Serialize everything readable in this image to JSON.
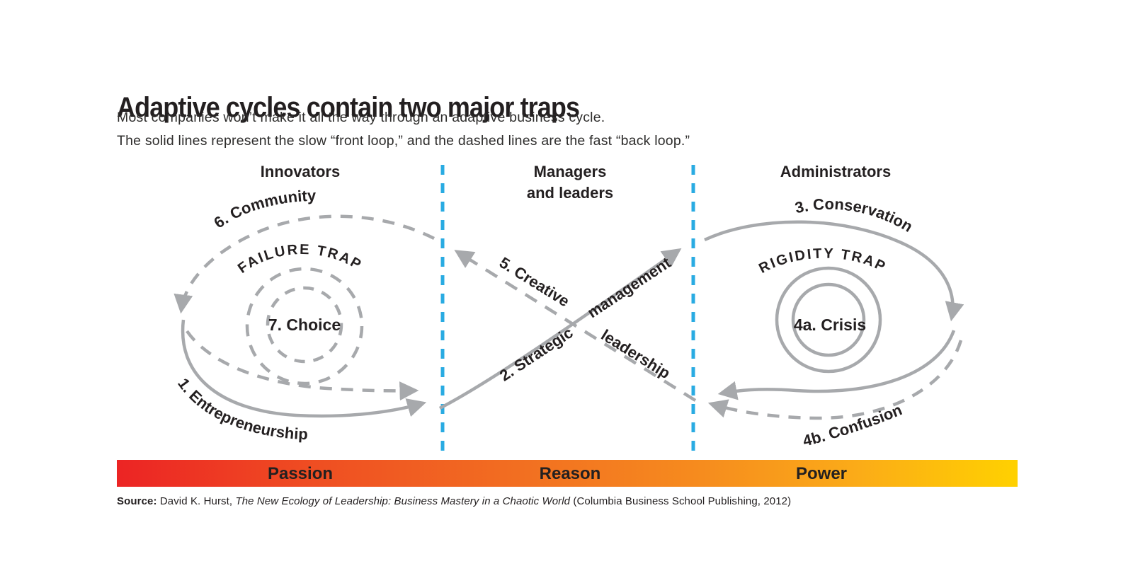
{
  "header": {
    "title": "Adaptive cycles contain two major traps",
    "subtitle_line1": "Most companies won’t make it all the way through an adaptive business cycle.",
    "subtitle_line2": "The solid lines represent the slow “front loop,” and the dashed lines are the fast “back loop.”"
  },
  "columns": [
    {
      "title": "Innovators"
    },
    {
      "title": "Managers\nand leaders"
    },
    {
      "title": "Administrators"
    }
  ],
  "diagram": {
    "labels": {
      "community": "6. Community",
      "failure_trap": "FAILURE TRAP",
      "choice": "7. Choice",
      "entrepreneurship": "1. Entrepreneurship",
      "strategic": "2. Strategic",
      "management": "management",
      "creative": "5. Creative",
      "leadership": "leadership",
      "conservation": "3. Conservation",
      "rigidity_trap": "RIGIDITY TRAP",
      "crisis": "4a. Crisis",
      "confusion": "4b. Confusion"
    },
    "colors": {
      "line_gray": "#a7a9ac",
      "divider_cyan": "#29abe2",
      "text_black": "#231f20",
      "gradient_left_red": "#ec2424",
      "gradient_right_yellow": "#ffd100"
    }
  },
  "spectrum": {
    "zones": [
      {
        "label": "Passion"
      },
      {
        "label": "Reason"
      },
      {
        "label": "Power"
      }
    ]
  },
  "source": {
    "prefix": "Source:",
    "text": " David K. Hurst, ",
    "book_title": "The New Ecology of Leadership: Business Mastery in a Chaotic World",
    "suffix": " (Columbia Business School Publishing, 2012)"
  }
}
